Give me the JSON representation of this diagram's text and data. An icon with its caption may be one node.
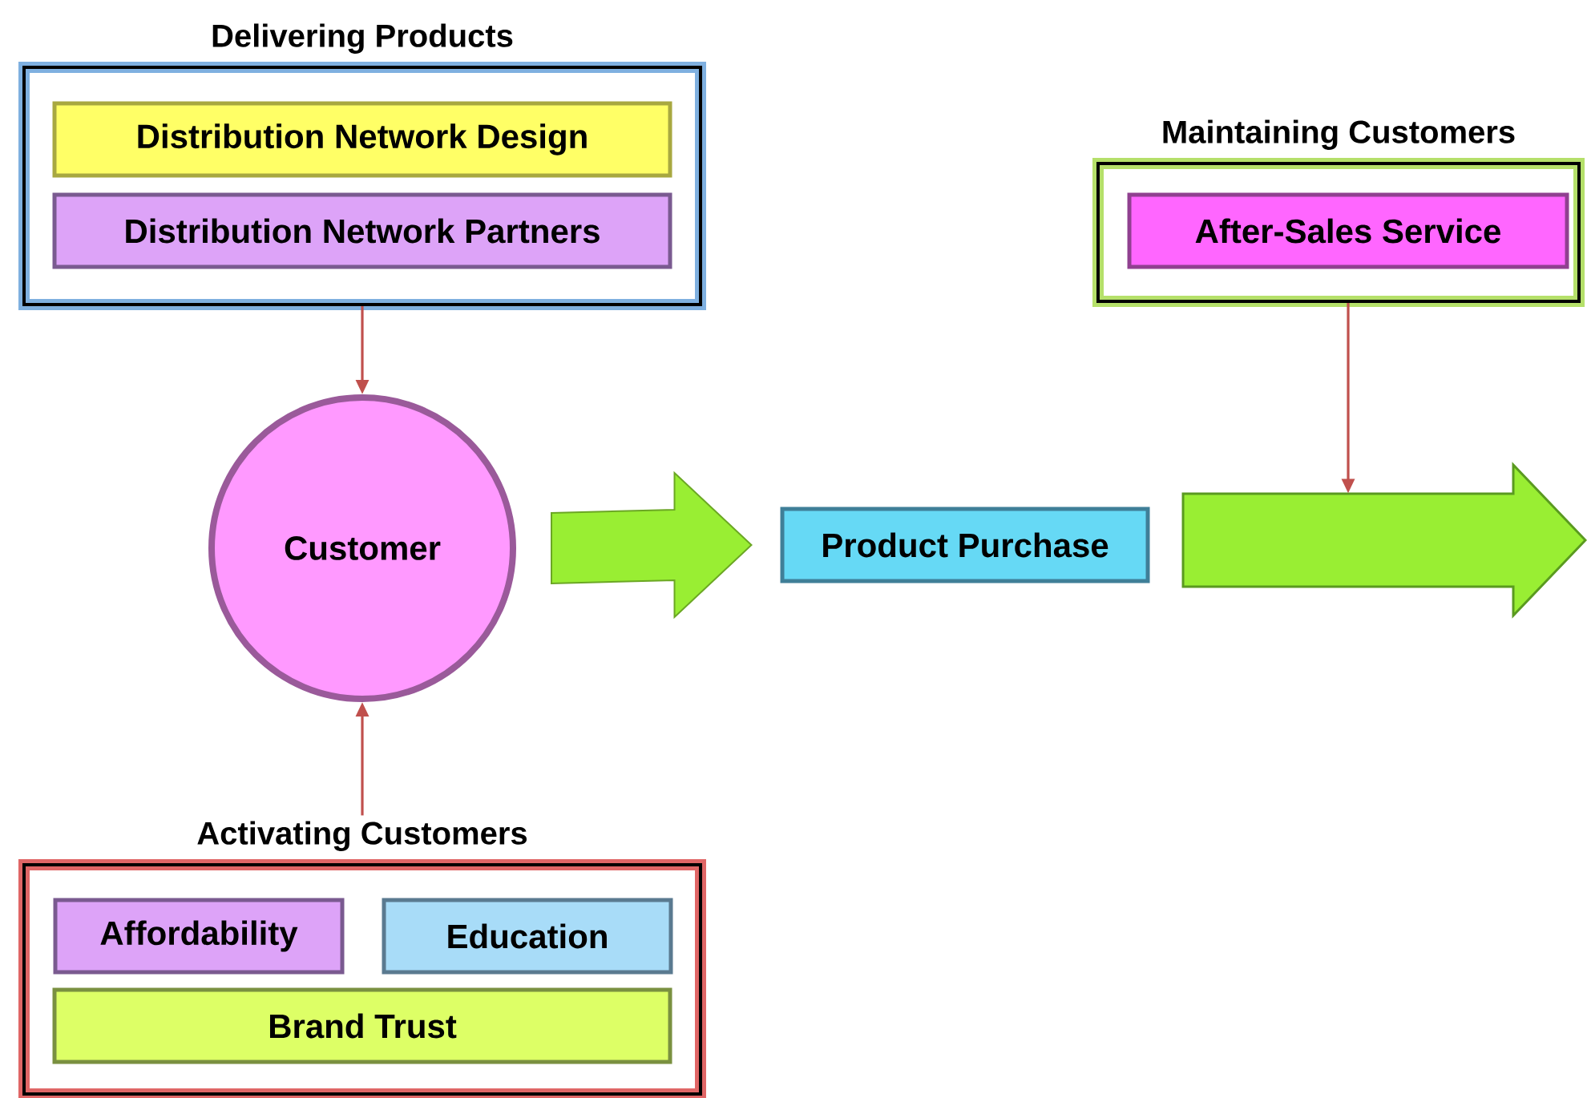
{
  "diagram": {
    "nodes": [
      {
        "text": [
          "Delivering Products"
        ]
      },
      {
        "text": [
          "Distribution Network Design"
        ],
        "in": 0
      },
      {
        "text": [
          "Distribution Network Partners"
        ],
        "in": 0
      },
      {
        "text": [
          "Customer"
        ]
      },
      {
        "text": [
          "Product Purchase"
        ]
      },
      {
        "text": [
          "Maintaining Customers"
        ]
      },
      {
        "text": [
          "After-Sales Service"
        ],
        "in": 5
      },
      {
        "text": [],
        "shape": "arrow"
      },
      {
        "text": [
          "Activating Customers"
        ]
      },
      {
        "text": [
          "Affordability"
        ],
        "in": 8
      },
      {
        "text": [
          "Education"
        ],
        "in": 8
      },
      {
        "text": [
          "Brand Trust"
        ],
        "in": 8
      }
    ],
    "edges": [
      {
        "from": 0,
        "to": 3,
        "arrow": "to"
      },
      {
        "from": 8,
        "to": 3,
        "arrow": "to"
      },
      {
        "from": 3,
        "to": 4,
        "arrow": "to",
        "style": "thick",
        "color": "#99ee33"
      },
      {
        "from": 5,
        "to": 7,
        "arrow": "to"
      }
    ]
  }
}
